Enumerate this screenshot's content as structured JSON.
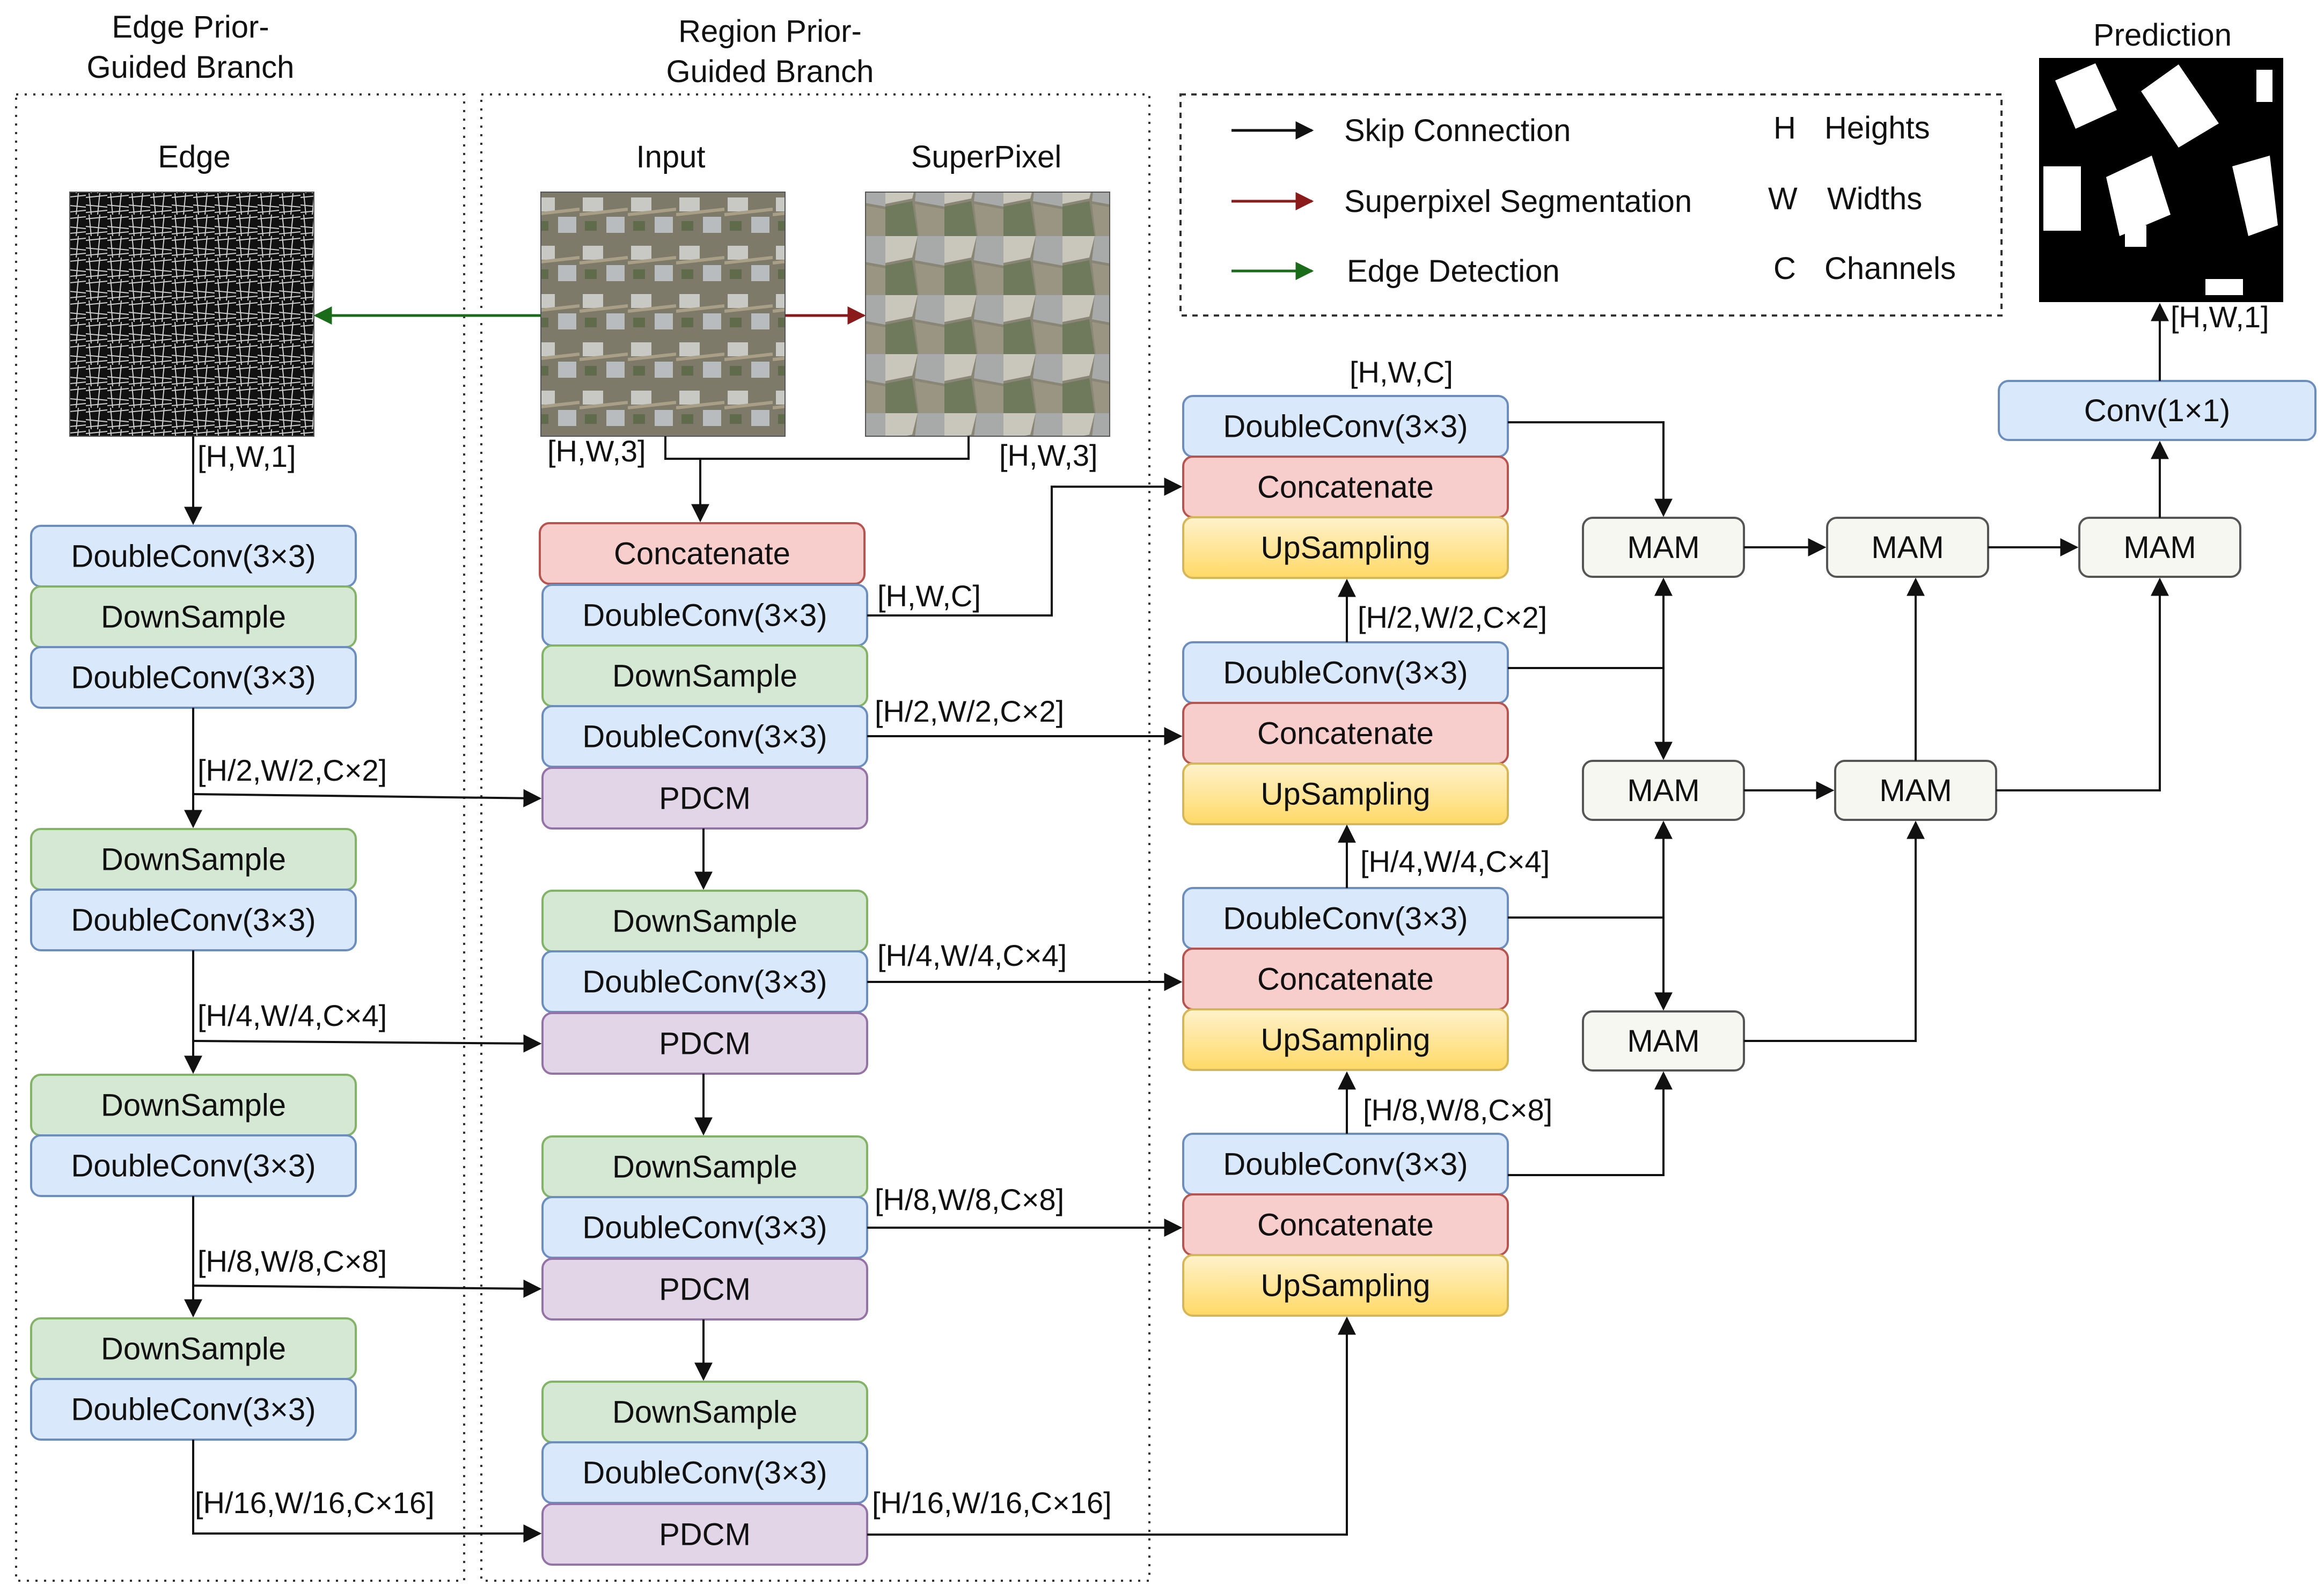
{
  "titles": {
    "edge_branch_line1": "Edge Prior-",
    "edge_branch_line2": "Guided Branch",
    "region_branch_line1": "Region Prior-",
    "region_branch_line2": "Guided Branch",
    "edge_image": "Edge",
    "input_image": "Input",
    "superpixel_image": "SuperPixel",
    "prediction_image": "Prediction"
  },
  "legend": {
    "skip": "Skip Connection",
    "superpixel": "Superpixel Segmentation",
    "edge": "Edge Detection",
    "h_key": "H",
    "h_val": "Heights",
    "w_key": "W",
    "w_val": "Widths",
    "c_key": "C",
    "c_val": "Channels"
  },
  "blocks": {
    "doubleconv": "DoubleConv(3×3)",
    "downsample": "DownSample",
    "concatenate": "Concatenate",
    "pdcm": "PDCM",
    "upsampling": "UpSampling",
    "mam": "MAM",
    "conv1x1": "Conv(1×1)"
  },
  "dims": {
    "hw1": "[H,W,1]",
    "hw3": "[H,W,3]",
    "hwc": "[H,W,C]",
    "d2": "[H/2,W/2,C×2]",
    "d4": "[H/4,W/4,C×4]",
    "d8": "[H/8,W/8,C×8]",
    "d16": "[H/16,W/16,C×16]"
  },
  "colors": {
    "blue_fill": "#dae8fc",
    "blue_stroke": "#6c8ebf",
    "green_fill": "#d5e8d4",
    "green_stroke": "#82b366",
    "red_fill": "#f8cecc",
    "red_stroke": "#b85450",
    "purple_fill": "#e1d5e7",
    "purple_stroke": "#9673a6",
    "yellow_top": "#fff2cc",
    "yellow_bottom": "#ffd966",
    "yellow_stroke": "#d6b656",
    "mam_fill": "#f5f7f0",
    "mam_stroke": "#555555",
    "superpixel_arrow": "#8b1a1a",
    "edge_arrow": "#1a6b1a"
  }
}
